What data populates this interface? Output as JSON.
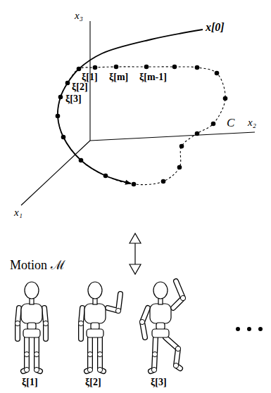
{
  "diagram": {
    "labels": [
      "x[0]",
      "x₃",
      "x₂",
      "x₁",
      "ξ[1]",
      "ξ[2]",
      "ξ[3]",
      "ξ[m]",
      "ξ[m-1]",
      "C",
      "Motion ℳ",
      "ξ[1]",
      "ξ[2]",
      "ξ[3]"
    ]
  }
}
